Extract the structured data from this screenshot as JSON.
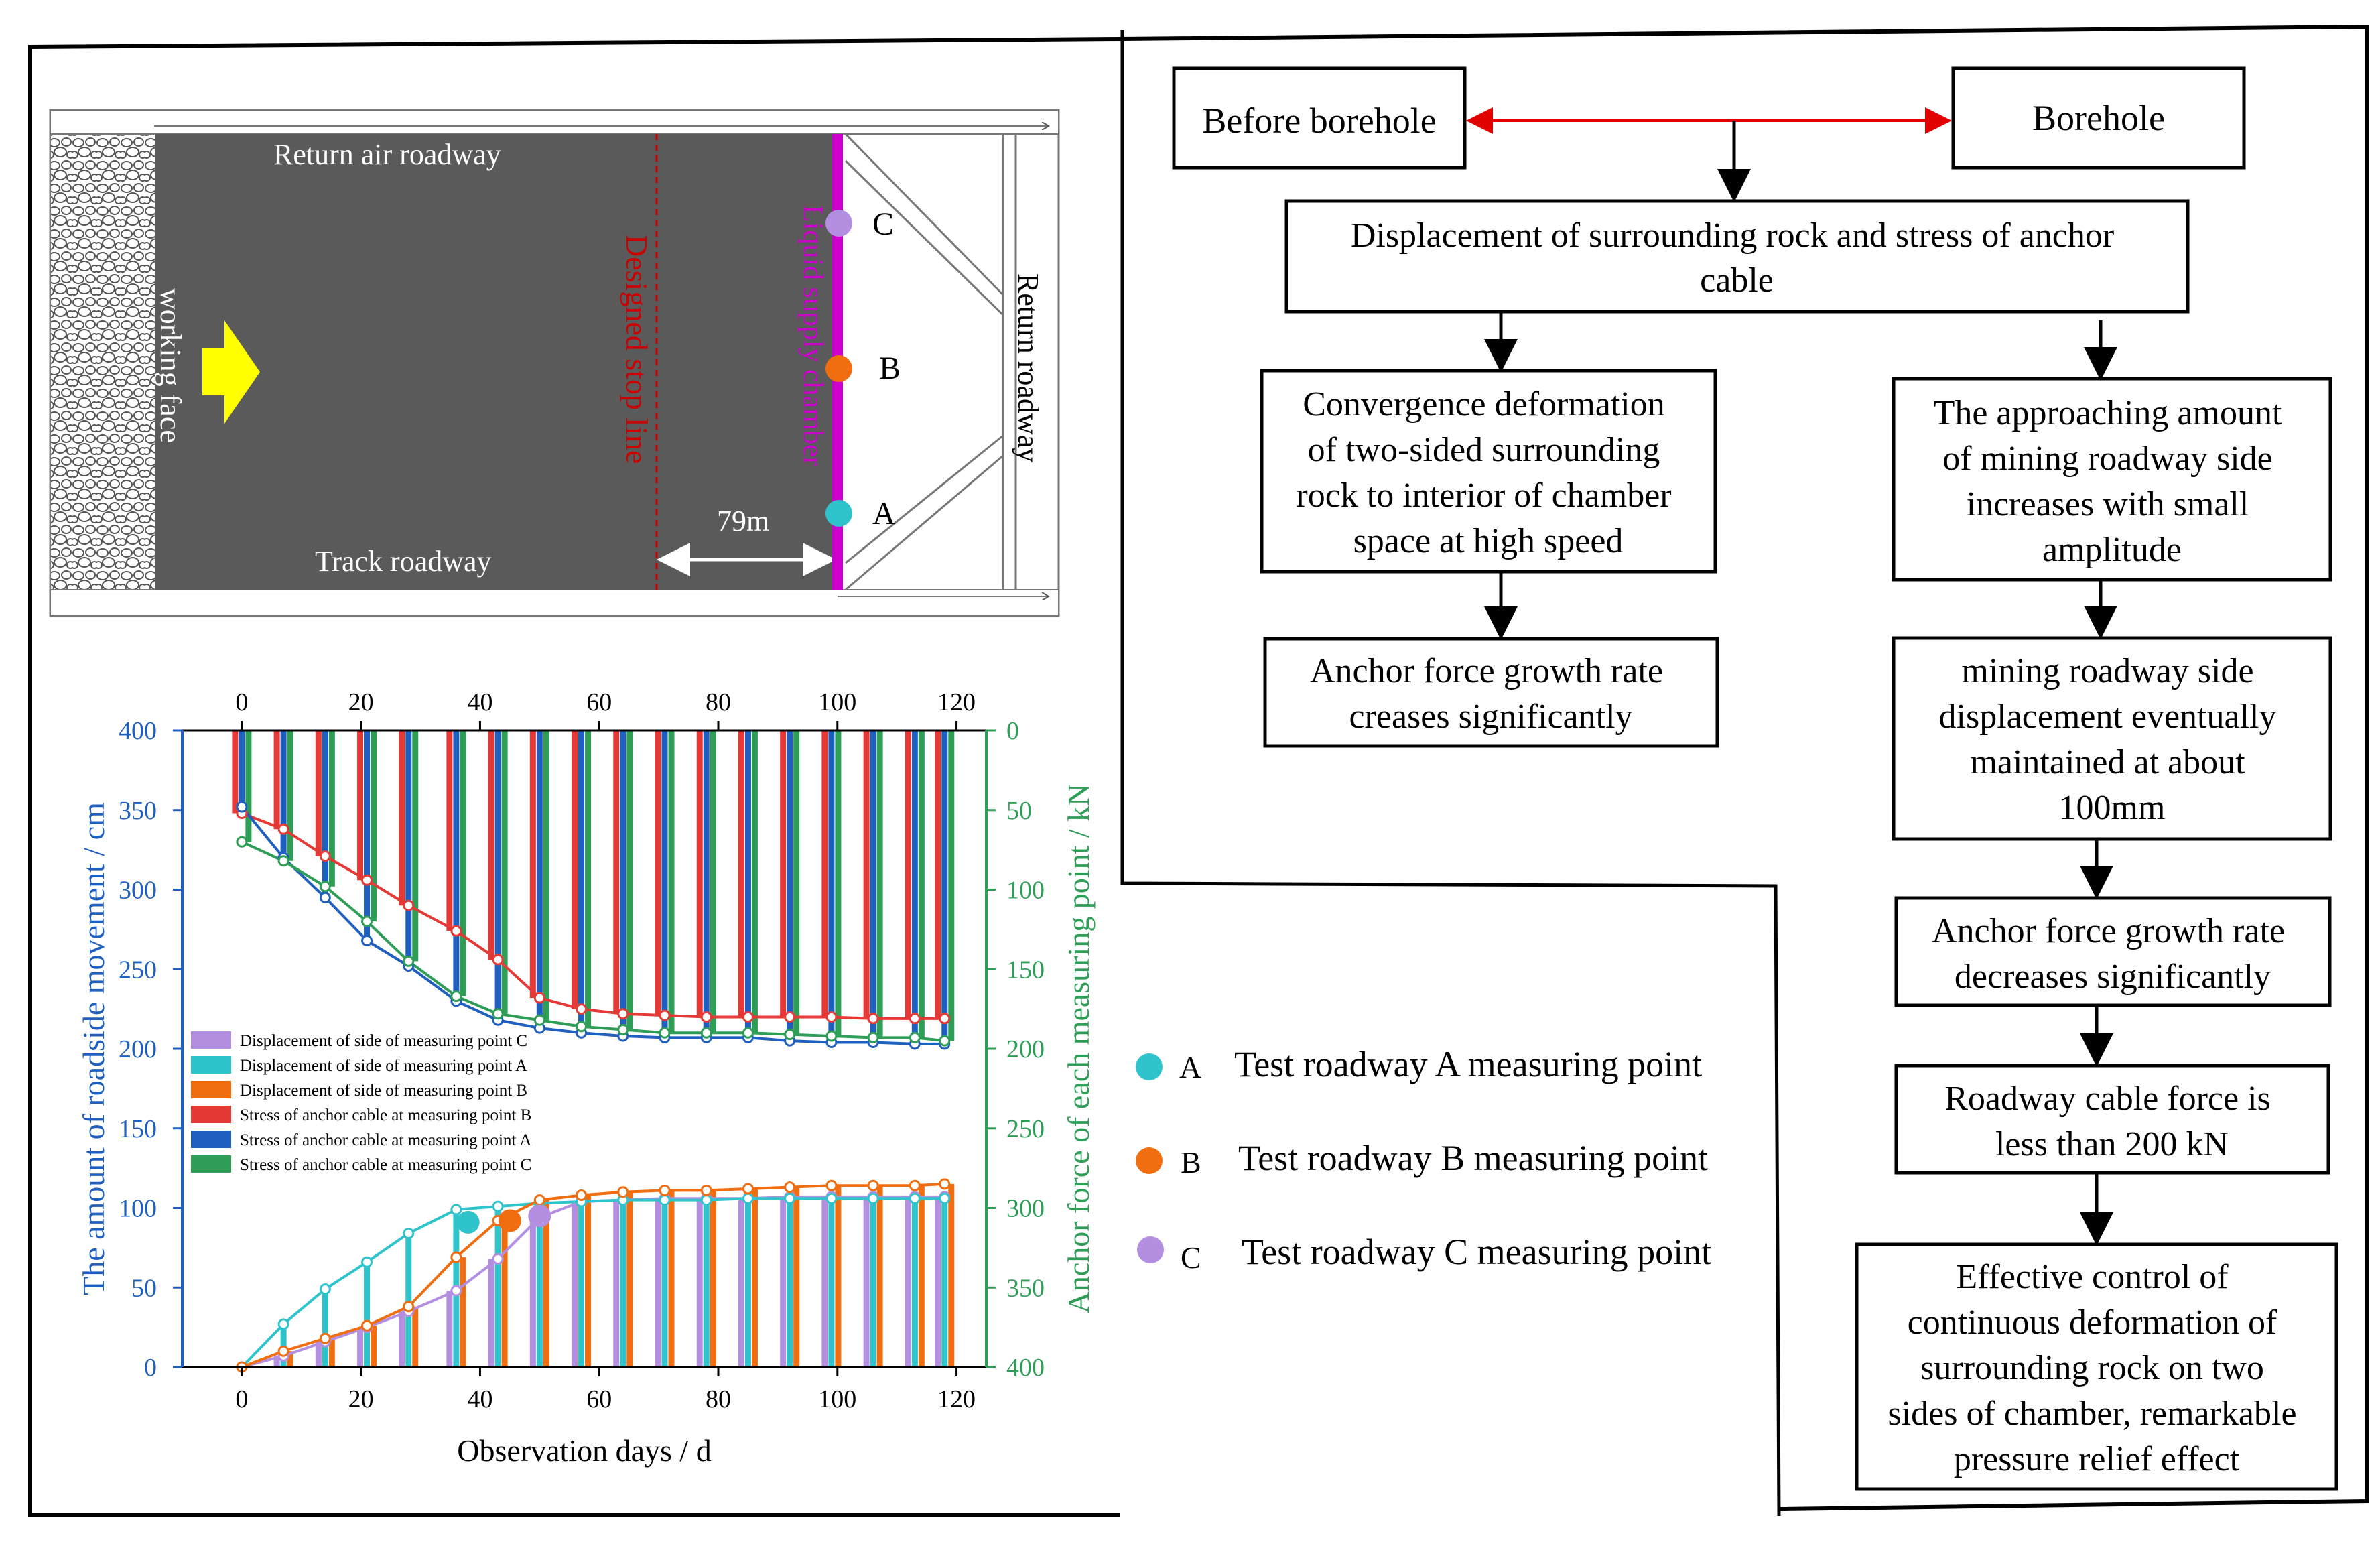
{
  "plan": {
    "return_air_label": "Return air roadway",
    "track_label": "Track roadway",
    "working_face_label": "working face",
    "stop_line_label": "Designed stop line",
    "chamber_label": "Liquid supply chamber",
    "return_roadway_label": "Return roadway",
    "distance_label": "79m",
    "point_labels": [
      "C",
      "B",
      "A"
    ],
    "colors": {
      "gob": "#5a5a5a",
      "chamber": "#cc00cc",
      "stop_line": "#cc0000",
      "arrow": "#ffff00",
      "A": "#2fc4cc",
      "B": "#f06d10",
      "C": "#b48ee0"
    }
  },
  "legend_points": [
    {
      "letter": "A",
      "text": "Test roadway A measuring point",
      "color": "#2fc4cc"
    },
    {
      "letter": "B",
      "text": "Test roadway B measuring point",
      "color": "#f06d10"
    },
    {
      "letter": "C",
      "text": "Test roadway C measuring point",
      "color": "#b48ee0"
    }
  ],
  "flow": {
    "before": "Before borehole",
    "borehole": "Borehole",
    "disp": [
      "Displacement of surrounding rock and stress of anchor",
      "cable"
    ],
    "conv": [
      "Convergence deformation",
      "of two-sided surrounding",
      "rock to interior of chamber",
      "space at high speed"
    ],
    "anchor1": [
      "Anchor force growth rate",
      "creases significantly"
    ],
    "approach": [
      "The approaching amount",
      "of  mining roadway side",
      "increases with small",
      "amplitude"
    ],
    "mining": [
      "mining roadway side",
      "displacement eventually",
      "maintained at about",
      "100mm"
    ],
    "anchor2": [
      "Anchor force growth rate",
      "decreases significantly"
    ],
    "cable": [
      "Roadway cable force is",
      "less than 200 kN"
    ],
    "effective": [
      "Effective control of",
      "continuous deformation of",
      "surrounding rock on two",
      "sides of chamber, remarkable",
      "pressure relief effect"
    ]
  },
  "chart_data": {
    "type": "bar",
    "xlabel": "Observation days / d",
    "ylabel": "The amount of roadside movement / cm",
    "y2label": "Anchor force of each measuring point / kN",
    "xlim": [
      -10,
      125
    ],
    "ylim": [
      0,
      400
    ],
    "y2lim": [
      0,
      400
    ],
    "y2_inverted": true,
    "xticks": [
      0,
      20,
      40,
      60,
      80,
      100,
      120
    ],
    "yticks": [
      0,
      50,
      100,
      150,
      200,
      250,
      300,
      350,
      400
    ],
    "y2ticks": [
      0,
      50,
      100,
      150,
      200,
      250,
      300,
      350,
      400
    ],
    "grid": false,
    "legend_position": "middle-left",
    "x": [
      0,
      7,
      14,
      21,
      28,
      36,
      43,
      50,
      57,
      64,
      71,
      78,
      85,
      92,
      99,
      106,
      113,
      118
    ],
    "series": [
      {
        "name": "Displacement of side of measuring point C",
        "color": "#b48ee0",
        "axis": "left",
        "values": [
          0,
          7,
          16,
          25,
          35,
          48,
          68,
          94,
          104,
          105,
          106,
          106,
          106,
          107,
          107,
          107,
          107,
          107
        ]
      },
      {
        "name": "Displacement of side of measuring point A",
        "color": "#2fc4cc",
        "axis": "left",
        "values": [
          0,
          27,
          49,
          66,
          84,
          99,
          101,
          103,
          104,
          105,
          105,
          105,
          106,
          106,
          106,
          106,
          106,
          106
        ]
      },
      {
        "name": "Displacement of side of measuring point B",
        "color": "#f06d10",
        "axis": "left",
        "values": [
          0,
          10,
          18,
          26,
          38,
          69,
          92,
          105,
          108,
          110,
          111,
          111,
          112,
          113,
          114,
          114,
          114,
          115
        ]
      },
      {
        "name": "Stress of anchor cable at measuring point B",
        "color": "#e53935",
        "axis": "right",
        "values": [
          52,
          62,
          79,
          94,
          110,
          126,
          144,
          168,
          175,
          178,
          179,
          180,
          180,
          180,
          180,
          181,
          181,
          181
        ]
      },
      {
        "name": "Stress of anchor cable at measuring point A",
        "color": "#1f5fbf",
        "axis": "right",
        "values": [
          48,
          80,
          105,
          132,
          148,
          170,
          182,
          187,
          190,
          192,
          193,
          193,
          193,
          195,
          196,
          196,
          197,
          197
        ]
      },
      {
        "name": "Stress of anchor cable at measuring point C",
        "color": "#2e9e57",
        "axis": "right",
        "values": [
          70,
          82,
          98,
          120,
          145,
          167,
          178,
          182,
          186,
          188,
          190,
          190,
          190,
          191,
          192,
          193,
          193,
          195
        ]
      }
    ],
    "markers": [
      {
        "x": 38,
        "y": 91,
        "color": "#2fc4cc"
      },
      {
        "x": 45,
        "y": 92,
        "color": "#f06d10"
      },
      {
        "x": 50,
        "y": 95,
        "color": "#b48ee0"
      }
    ]
  }
}
